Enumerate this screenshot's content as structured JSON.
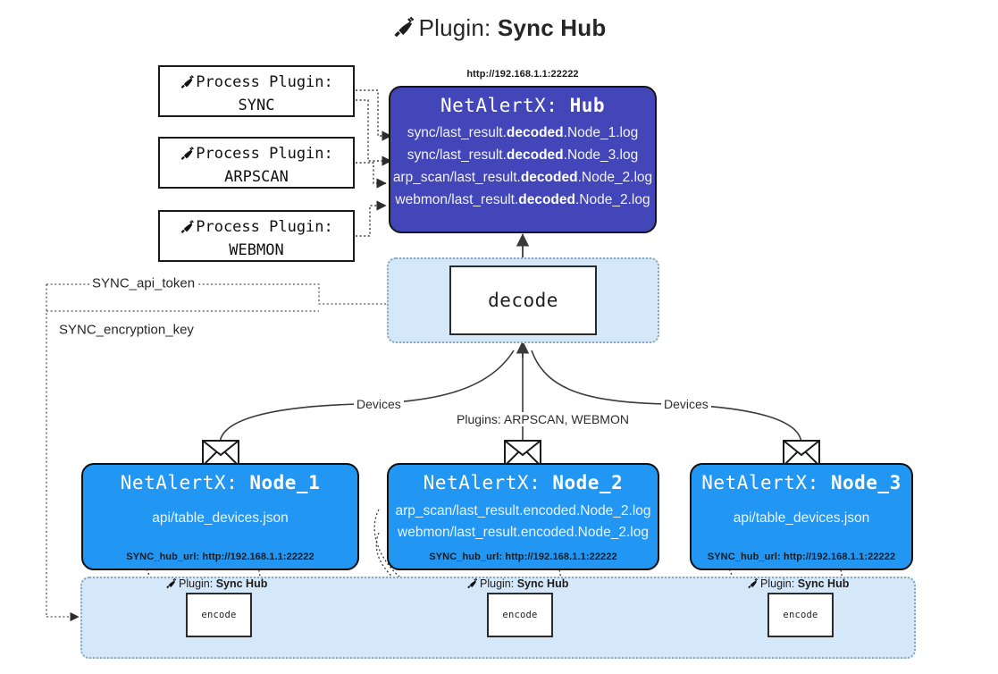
{
  "title": {
    "icon": "plug-icon",
    "prefix": "Plugin: ",
    "name": "Sync Hub"
  },
  "process_plugins": [
    {
      "icon": "plug-icon",
      "line1": "Process Plugin:",
      "line2": "SYNC"
    },
    {
      "icon": "plug-icon",
      "line1": "Process Plugin:",
      "line2": "ARPSCAN"
    },
    {
      "icon": "plug-icon",
      "line1": "Process Plugin:",
      "line2": "WEBMON"
    }
  ],
  "hub": {
    "url": "http://192.168.1.1:22222",
    "title_prefix": "NetAlertX: ",
    "title_name": "Hub",
    "logs": [
      {
        "pre": "sync/last_result.",
        "mid": "decoded",
        "post": ".Node_1.log"
      },
      {
        "pre": "sync/last_result.",
        "mid": "decoded",
        "post": ".Node_3.log"
      },
      {
        "pre": "arp_scan/last_result.",
        "mid": "decoded",
        "post": ".Node_2.log"
      },
      {
        "pre": "webmon/last_result.",
        "mid": "decoded",
        "post": ".Node_2.log"
      }
    ]
  },
  "decode": {
    "label": "decode"
  },
  "secrets": [
    {
      "label": "SYNC_api_token"
    },
    {
      "label": "SYNC_encryption_key"
    }
  ],
  "edge_labels": {
    "devices_left": "Devices",
    "plugins_center": "Plugins: ARPSCAN, WEBMON",
    "devices_right": "Devices"
  },
  "nodes": [
    {
      "icon": "envelope-icon",
      "title_prefix": "NetAlertX: ",
      "title_name": "Node_1",
      "lines": [
        "api/table_devices.json"
      ],
      "footer": "SYNC_hub_url: http://192.168.1.1:22222"
    },
    {
      "icon": "envelope-icon",
      "title_prefix": "NetAlertX: ",
      "title_name": "Node_2",
      "lines": [
        "arp_scan/last_result.encoded.Node_2.log",
        "webmon/last_result.encoded.Node_2.log"
      ],
      "footer": "SYNC_hub_url: http://192.168.1.1:22222"
    },
    {
      "icon": "envelope-icon",
      "title_prefix": "NetAlertX: ",
      "title_name": "Node_3",
      "lines": [
        "api/table_devices.json"
      ],
      "footer": "SYNC_hub_url: http://192.168.1.1:22222"
    }
  ],
  "encoders": [
    {
      "icon": "plug-icon",
      "label_prefix": "Plugin: ",
      "label_name": "Sync Hub",
      "box_label": "encode"
    },
    {
      "icon": "plug-icon",
      "label_prefix": "Plugin: ",
      "label_name": "Sync Hub",
      "box_label": "encode"
    },
    {
      "icon": "plug-icon",
      "label_prefix": "Plugin: ",
      "label_name": "Sync Hub",
      "box_label": "encode"
    }
  ],
  "colors": {
    "hub_fill": "#4346b8",
    "node_fill": "#2196f3",
    "panel_fill": "#d5e8fa",
    "panel_border": "#8aa7bd",
    "stroke": "#2b2b2b"
  }
}
